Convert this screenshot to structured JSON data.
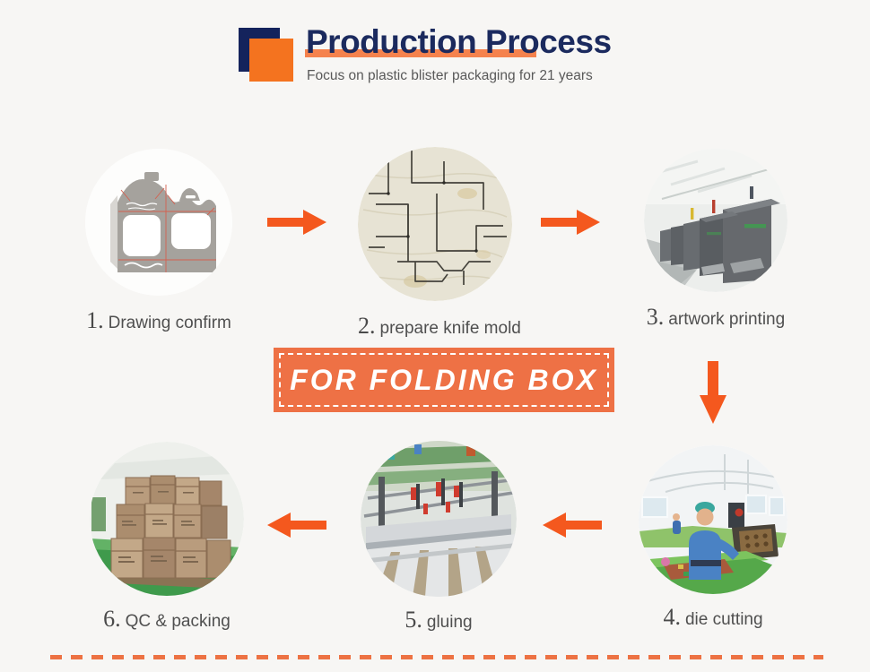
{
  "header": {
    "title": "Production Process",
    "subtitle": "Focus on plastic blister packaging for 21 years"
  },
  "banner": {
    "label": "FOR FOLDING BOX"
  },
  "steps": [
    {
      "number": "1.",
      "label": "Drawing confirm",
      "image": "box-dieline-drawing"
    },
    {
      "number": "2.",
      "label": "prepare knife mold",
      "image": "wooden-knife-mold-board"
    },
    {
      "number": "3.",
      "label": "artwork printing",
      "image": "offset-printing-press"
    },
    {
      "number": "4.",
      "label": "die cutting",
      "image": "die-cutting-workshop"
    },
    {
      "number": "5.",
      "label": "gluing",
      "image": "folder-gluer-machine"
    },
    {
      "number": "6.",
      "label": "QC & packing",
      "image": "stacked-packed-cartons"
    }
  ],
  "flow": {
    "top_row_direction": "left-to-right",
    "bottom_row_direction": "right-to-left",
    "arrows": [
      "arrow-right-icon",
      "arrow-right-icon",
      "arrow-down-icon",
      "arrow-left-icon",
      "arrow-left-icon"
    ]
  },
  "colors": {
    "background": "#f7f6f4",
    "title_navy": "#1b2a5e",
    "icon_navy_square": "#14235c",
    "icon_orange_square": "#f4731f",
    "title_highlight": "#f5824d",
    "arrow_orange": "#f4581e",
    "banner_orange": "#ee7145",
    "dashed_line_orange": "#ed7243",
    "label_gray": "#4f4f4f",
    "subtitle_gray": "#595959"
  }
}
